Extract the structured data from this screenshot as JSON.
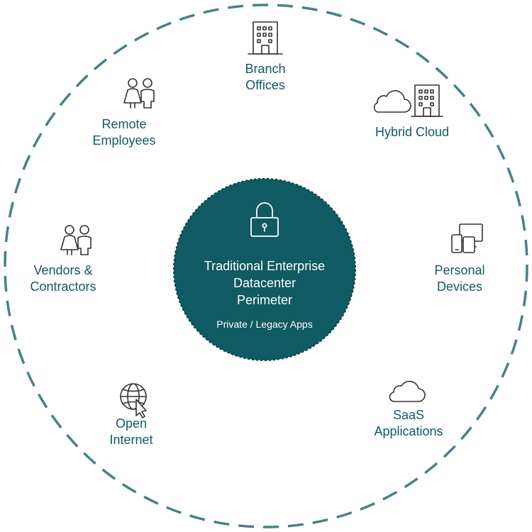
{
  "center": {
    "title_lines": [
      "Traditional Enterprise",
      "Datacenter",
      "Perimeter"
    ],
    "subtitle": "Private / Legacy Apps",
    "icon": "lock-icon"
  },
  "nodes": {
    "branch_offices": {
      "lines": [
        "Branch",
        "Offices"
      ],
      "icon": "building-icon"
    },
    "hybrid_cloud": {
      "lines": [
        "Hybrid Cloud"
      ],
      "icons": [
        "cloud-icon",
        "building-icon"
      ]
    },
    "remote_employees": {
      "lines": [
        "Remote",
        "Employees"
      ],
      "icon": "people-icon"
    },
    "vendors_contractors": {
      "lines": [
        "Vendors &",
        "Contractors"
      ],
      "icon": "people-icon"
    },
    "personal_devices": {
      "lines": [
        "Personal",
        "Devices"
      ],
      "icon": "devices-icon"
    },
    "open_internet": {
      "lines": [
        "Open",
        "Internet"
      ],
      "icon": "globe-cursor-icon"
    },
    "saas_applications": {
      "lines": [
        "SaaS",
        "Applications"
      ],
      "icon": "cloud-icon"
    }
  },
  "colors": {
    "accent": "#0f5a63",
    "ring": "#4a7f88",
    "icon_stroke": "#333333",
    "center_text": "#ffffff"
  }
}
